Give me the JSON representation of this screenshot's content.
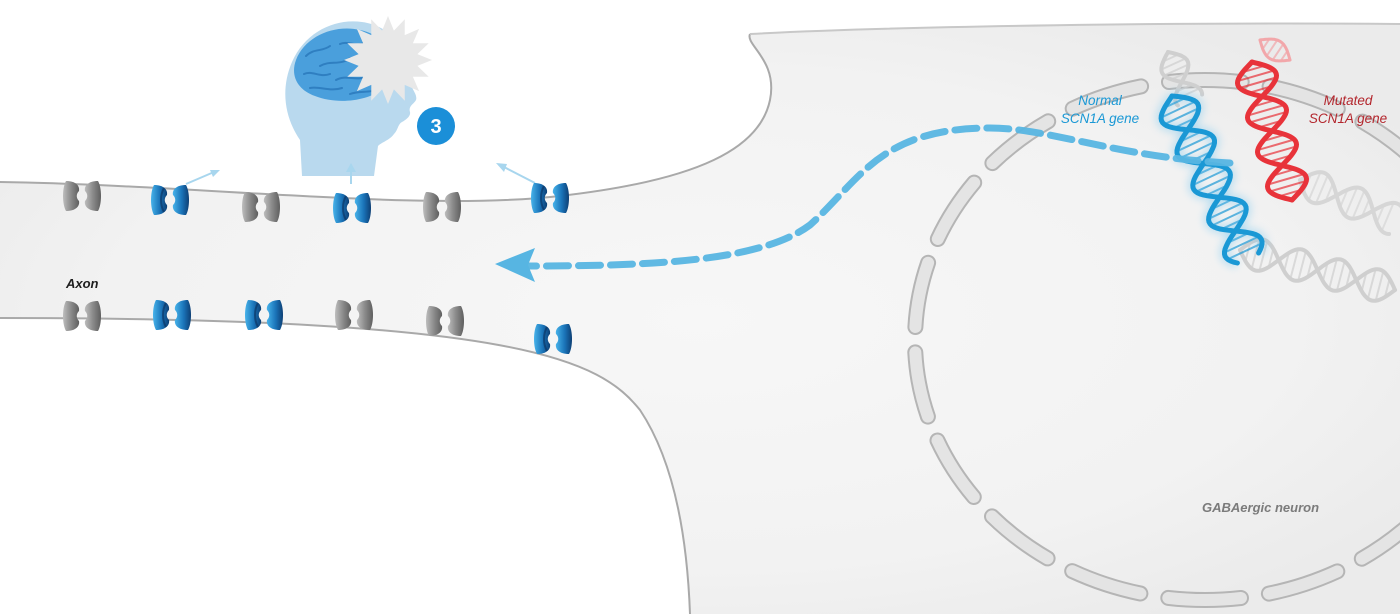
{
  "labels": {
    "normal_gene_line1": "Normal",
    "normal_gene_line2": "SCN1A gene",
    "mutated_gene_line1": "Mutated",
    "mutated_gene_line2": "SCN1A gene",
    "axon": "Axon",
    "neuron": "GABAergic neuron",
    "step_number": "3"
  },
  "colors": {
    "normal": "#1a98d5",
    "mutated": "#e8333a",
    "channel_grey": "#8e8e8e",
    "channel_blue": "#1b8fd8",
    "head": "#b9d9ee",
    "brain": "#4a9fdc"
  },
  "icons": {
    "brain": "child-head-with-brain-icon",
    "seizure": "starburst-icon",
    "arrow": "dashed-arrow-icon"
  }
}
